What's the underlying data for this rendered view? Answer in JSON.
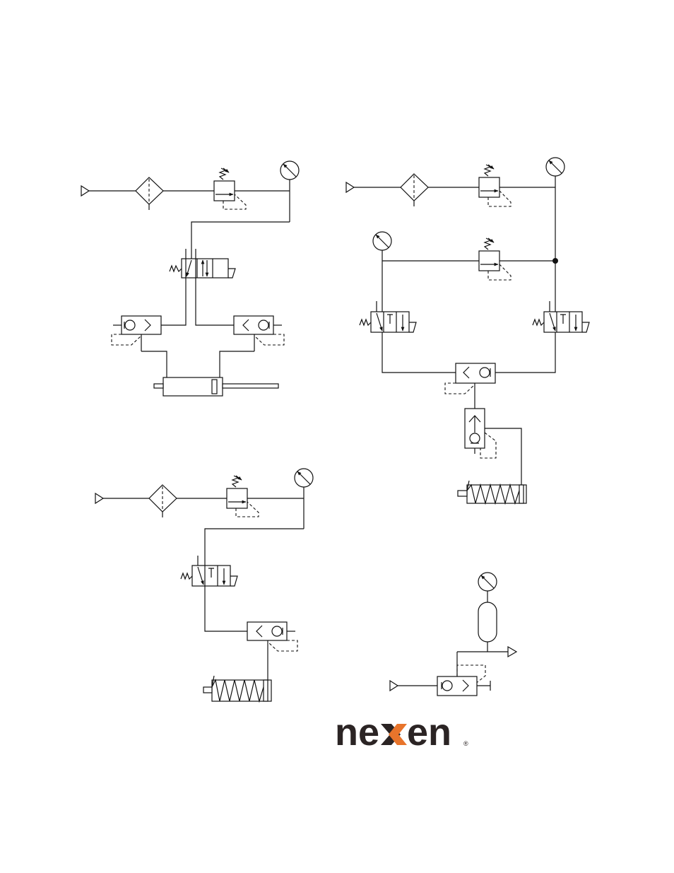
{
  "brand": {
    "wordmark_left": "ne",
    "wordmark_right": "en",
    "registered_mark": "®",
    "text_color": "#2b2424",
    "accent_color": "#e8742b"
  },
  "diagrams": [
    {
      "name": "double-acting-cylinder-circuit",
      "components": [
        "air-supply",
        "filter",
        "pressure-regulator",
        "pressure-gauge",
        "4-way-valve",
        "quick-exhaust-valve",
        "quick-exhaust-valve",
        "double-acting-cylinder"
      ]
    },
    {
      "name": "dual-pressure-circuit",
      "components": [
        "air-supply",
        "filter",
        "pressure-regulator",
        "pressure-gauge",
        "pressure-regulator",
        "pressure-gauge",
        "3-way-valve",
        "3-way-valve",
        "shuttle-valve",
        "flow-control-valve",
        "spring-return-cylinder"
      ]
    },
    {
      "name": "single-acting-cylinder-circuit",
      "components": [
        "air-supply",
        "filter",
        "pressure-regulator",
        "pressure-gauge",
        "3-way-valve",
        "quick-exhaust-valve",
        "spring-return-cylinder"
      ]
    },
    {
      "name": "accumulator-circuit",
      "components": [
        "air-supply",
        "check-valve",
        "accumulator",
        "pressure-gauge",
        "outlet"
      ]
    }
  ]
}
